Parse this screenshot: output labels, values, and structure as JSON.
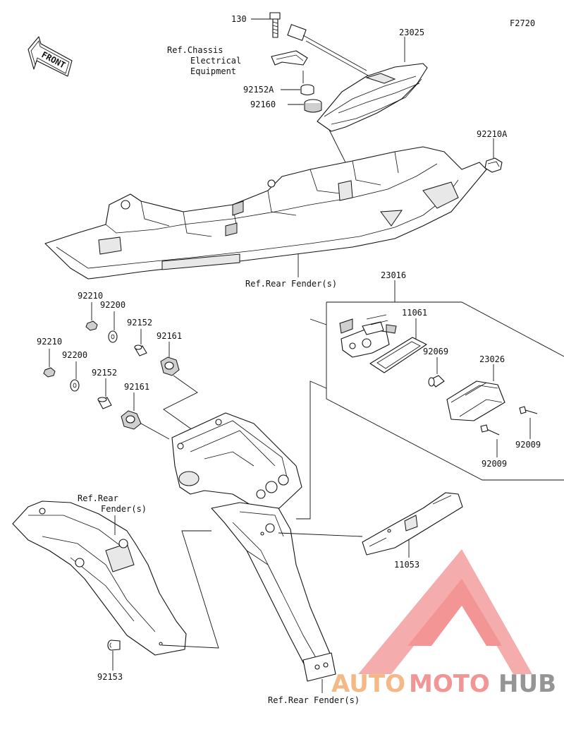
{
  "diagram": {
    "code": "F2720",
    "direction_label": "FRONT",
    "labels": {
      "p130": "130",
      "p23025": "23025",
      "ref_chassis_1": "Ref.Chassis",
      "ref_chassis_2": "Electrical",
      "ref_chassis_3": "Equipment",
      "p92152A": "92152A",
      "p92160": "92160",
      "p92210A": "92210A",
      "ref_rear_fender_top": "Ref.Rear Fender(s)",
      "p23016": "23016",
      "p11061": "11061",
      "p92069": "92069",
      "p23026": "23026",
      "p92009a": "92009",
      "p92009b": "92009",
      "p92210a": "92210",
      "p92200a": "92200",
      "p92152a": "92152",
      "p92161a": "92161",
      "p92210b": "92210",
      "p92200b": "92200",
      "p92152b": "92152",
      "p92161b": "92161",
      "ref_rear_fender_left_1": "Ref.Rear",
      "ref_rear_fender_left_2": "Fender(s)",
      "p11053": "11053",
      "p92153": "92153",
      "ref_rear_fender_bottom": "Ref.Rear Fender(s)"
    }
  },
  "watermark": {
    "text_a": "AUTO",
    "text_b": "MOTO",
    "text_c": "HUB",
    "color_primary": "#f0a56a",
    "color_secondary": "#f08080",
    "color_dark": "#8a8a8a"
  }
}
